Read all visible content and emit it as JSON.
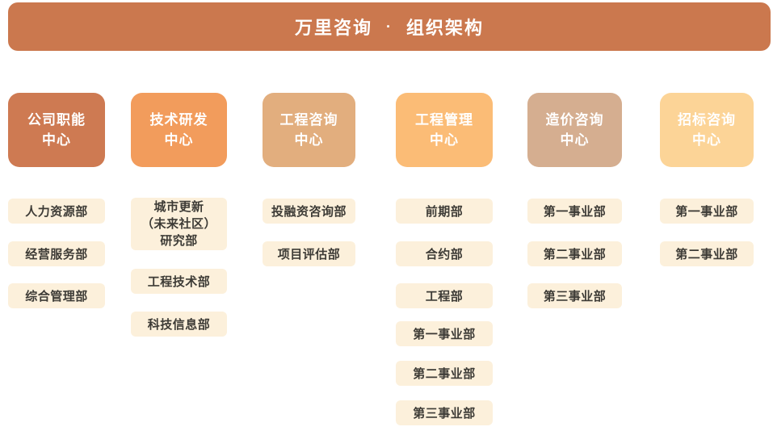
{
  "banner": {
    "title_left": "万里咨询",
    "separator": "·",
    "title_right": "组织架构",
    "bg_color": "#CB784E",
    "text_color": "#FFFFFF"
  },
  "colors": {
    "department_box_bg": "#FCF0DB",
    "department_text": "#3D3B36",
    "column_header_colors": [
      "#CE7A52",
      "#F29C5C",
      "#E2AE7E",
      "#FBBC76",
      "#D5AE90",
      "#FCD497"
    ]
  },
  "columns": [
    {
      "id": "company-functions-center",
      "line1": "公司职能",
      "line2": "中心",
      "color": "#CE7A52",
      "departments": [
        {
          "label": "人力资源部"
        },
        {
          "label": "经营服务部"
        },
        {
          "label": "综合管理部"
        }
      ]
    },
    {
      "id": "tech-rd-center",
      "line1": "技术研发",
      "line2": "中心",
      "color": "#F29C5C",
      "departments": [
        {
          "lines": [
            "城市更新",
            "（未来社区）",
            "研究部"
          ]
        },
        {
          "label": "工程技术部"
        },
        {
          "label": "科技信息部"
        }
      ]
    },
    {
      "id": "engineering-consulting-center",
      "line1": "工程咨询",
      "line2": "中心",
      "color": "#E2AE7E",
      "departments": [
        {
          "label": "投融资咨询部"
        },
        {
          "label": "项目评估部"
        }
      ]
    },
    {
      "id": "engineering-management-center",
      "line1": "工程管理",
      "line2": "中心",
      "color": "#FBBC76",
      "departments": [
        {
          "label": "前期部"
        },
        {
          "label": "合约部"
        },
        {
          "label": "工程部"
        },
        {
          "label": "第一事业部"
        },
        {
          "label": "第二事业部"
        },
        {
          "label": "第三事业部"
        }
      ]
    },
    {
      "id": "cost-consulting-center",
      "line1": "造价咨询",
      "line2": "中心",
      "color": "#D5AE90",
      "departments": [
        {
          "label": "第一事业部"
        },
        {
          "label": "第二事业部"
        },
        {
          "label": "第三事业部"
        }
      ]
    },
    {
      "id": "bidding-consulting-center",
      "line1": "招标咨询",
      "line2": "中心",
      "color": "#FCD497",
      "departments": [
        {
          "label": "第一事业部"
        },
        {
          "label": "第二事业部"
        }
      ]
    }
  ]
}
